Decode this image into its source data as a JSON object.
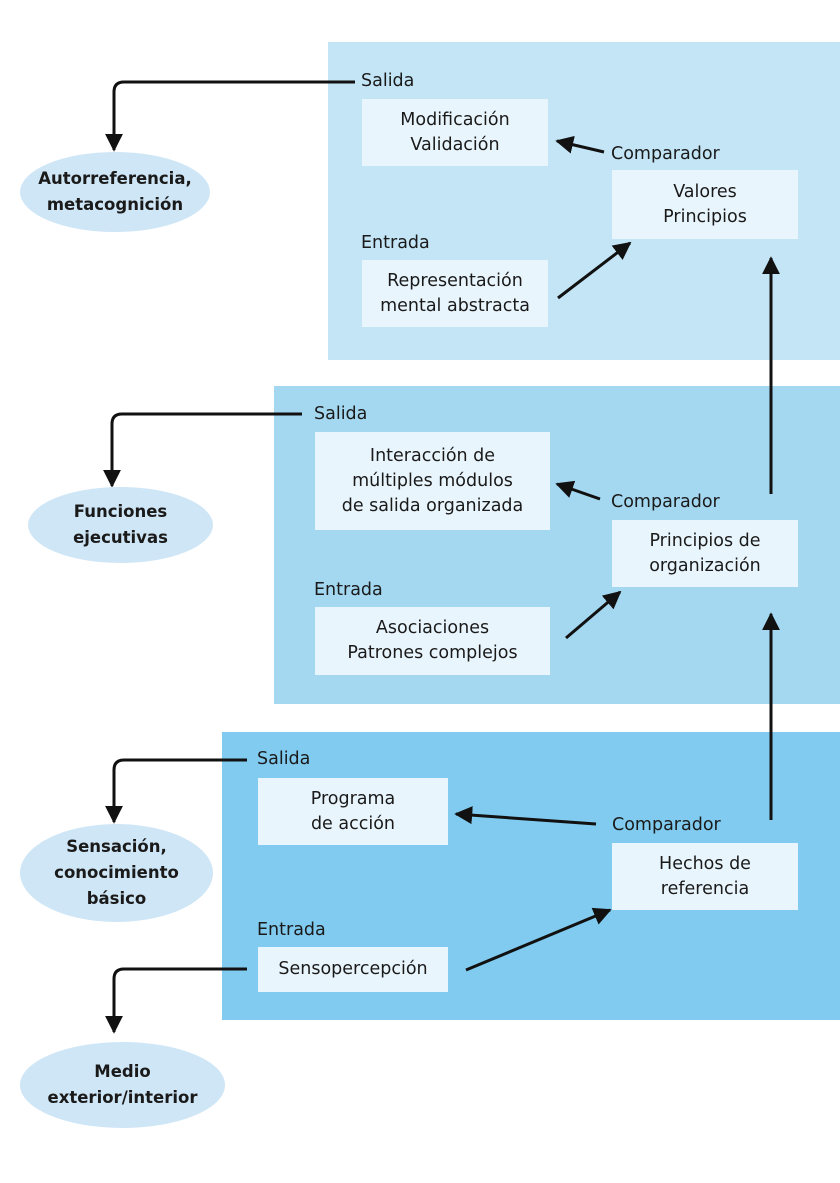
{
  "colors": {
    "level_top": "#c3e5f6",
    "level_middle": "#a4d8f1",
    "level_bottom": "#80cbef",
    "box": "#e9f5fc",
    "ellipse": "#cfe6f6",
    "arrow": "#111111"
  },
  "levels": {
    "top": {
      "salida": "Salida",
      "output_box": [
        "Modificación",
        "Validación"
      ],
      "comparador": "Comparador",
      "comparator_box": [
        "Valores",
        "Principios"
      ],
      "entrada": "Entrada",
      "input_box": [
        "Representación",
        "mental abstracta"
      ]
    },
    "middle": {
      "salida": "Salida",
      "output_box": [
        "Interacción de",
        "múltiples módulos",
        "de salida organizada"
      ],
      "comparador": "Comparador",
      "comparator_box": [
        "Principios de",
        "organización"
      ],
      "entrada": "Entrada",
      "input_box": [
        "Asociaciones",
        "Patrones complejos"
      ]
    },
    "bottom": {
      "salida": "Salida",
      "output_box": [
        "Programa",
        "de acción"
      ],
      "comparador": "Comparador",
      "comparator_box": [
        "Hechos de",
        "referencia"
      ],
      "entrada": "Entrada",
      "input_box": [
        "Sensopercepción"
      ]
    }
  },
  "ellipses": {
    "autorreferencia": [
      "Autorreferencia,",
      "metacognición"
    ],
    "funciones": [
      "Funciones",
      "ejecutivas"
    ],
    "sensacion": [
      "Sensación,",
      "conocimiento",
      "básico"
    ],
    "medio": [
      "Medio",
      "exterior/interior"
    ]
  }
}
